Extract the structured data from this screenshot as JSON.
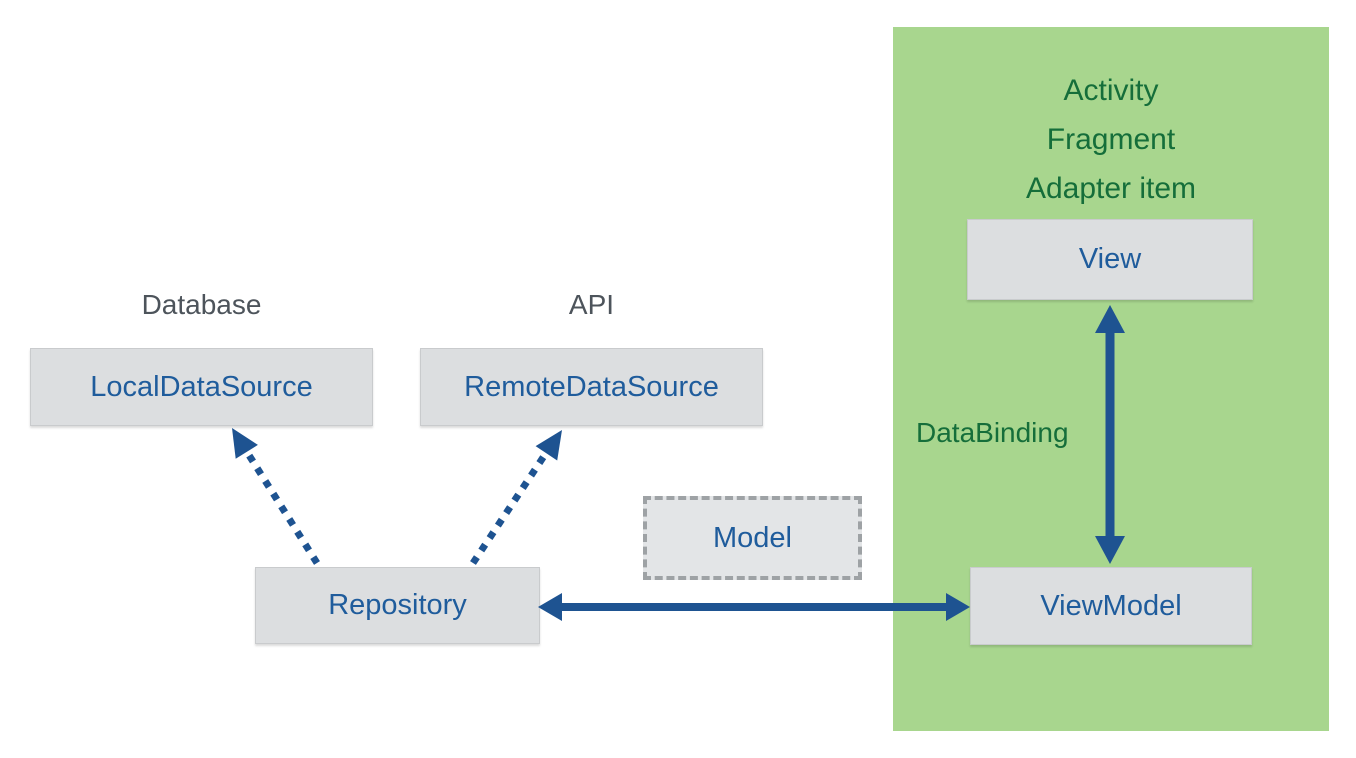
{
  "colors": {
    "panel_green": "#a8d68e",
    "green_text": "#156e3a",
    "blue_text": "#1f5c9c",
    "arrow_blue": "#1e5391",
    "box_fill": "#dcdee0",
    "box_border": "#c9cbcd",
    "model_fill": "#e3e5e7",
    "model_border": "#9ea2a5",
    "gray_text": "#4d545b"
  },
  "panel": {
    "header_lines": [
      "Activity",
      "Fragment",
      "Adapter item"
    ],
    "binding_label": "DataBinding"
  },
  "nodes": {
    "view": "View",
    "viewmodel": "ViewModel",
    "local_data_source": "LocalDataSource",
    "remote_data_source": "RemoteDataSource",
    "repository": "Repository",
    "model": "Model"
  },
  "annotations": {
    "database": "Database",
    "api": "API"
  }
}
